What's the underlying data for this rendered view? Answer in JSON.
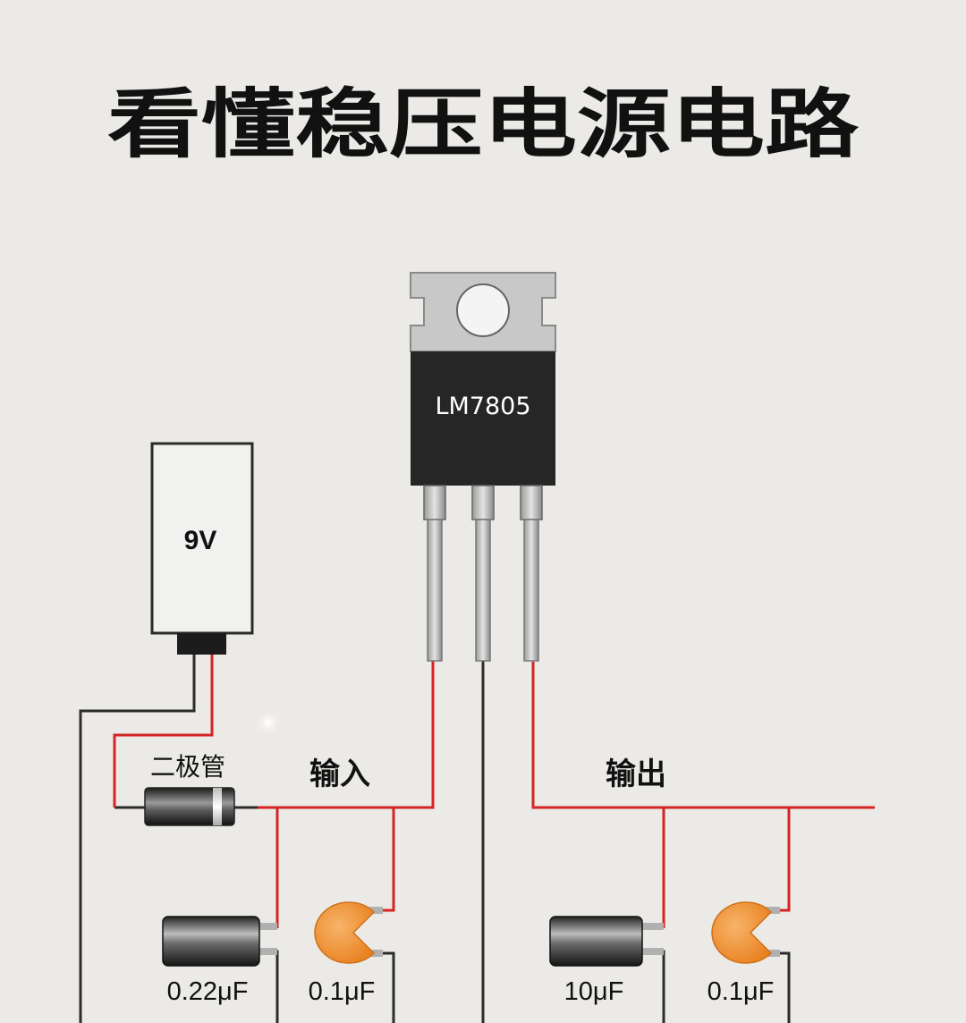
{
  "title": "看懂稳压电源电路",
  "regulator": {
    "label": "LM7805"
  },
  "battery": {
    "label": "9V"
  },
  "diode": {
    "label": "二极管"
  },
  "input": {
    "label": "输入"
  },
  "output": {
    "label": "输出"
  },
  "capacitors": {
    "input_electrolytic": "0.22μF",
    "input_ceramic": "0.1μF",
    "output_electrolytic": "10μF",
    "output_ceramic": "0.1μF"
  },
  "colors": {
    "wire_positive": "#d42424",
    "wire_ground": "#2c2c2c",
    "ceramic_capacitor": "#ef8a2c",
    "regulator_body": "#262626",
    "regulator_tab": "#c8c8c8"
  }
}
